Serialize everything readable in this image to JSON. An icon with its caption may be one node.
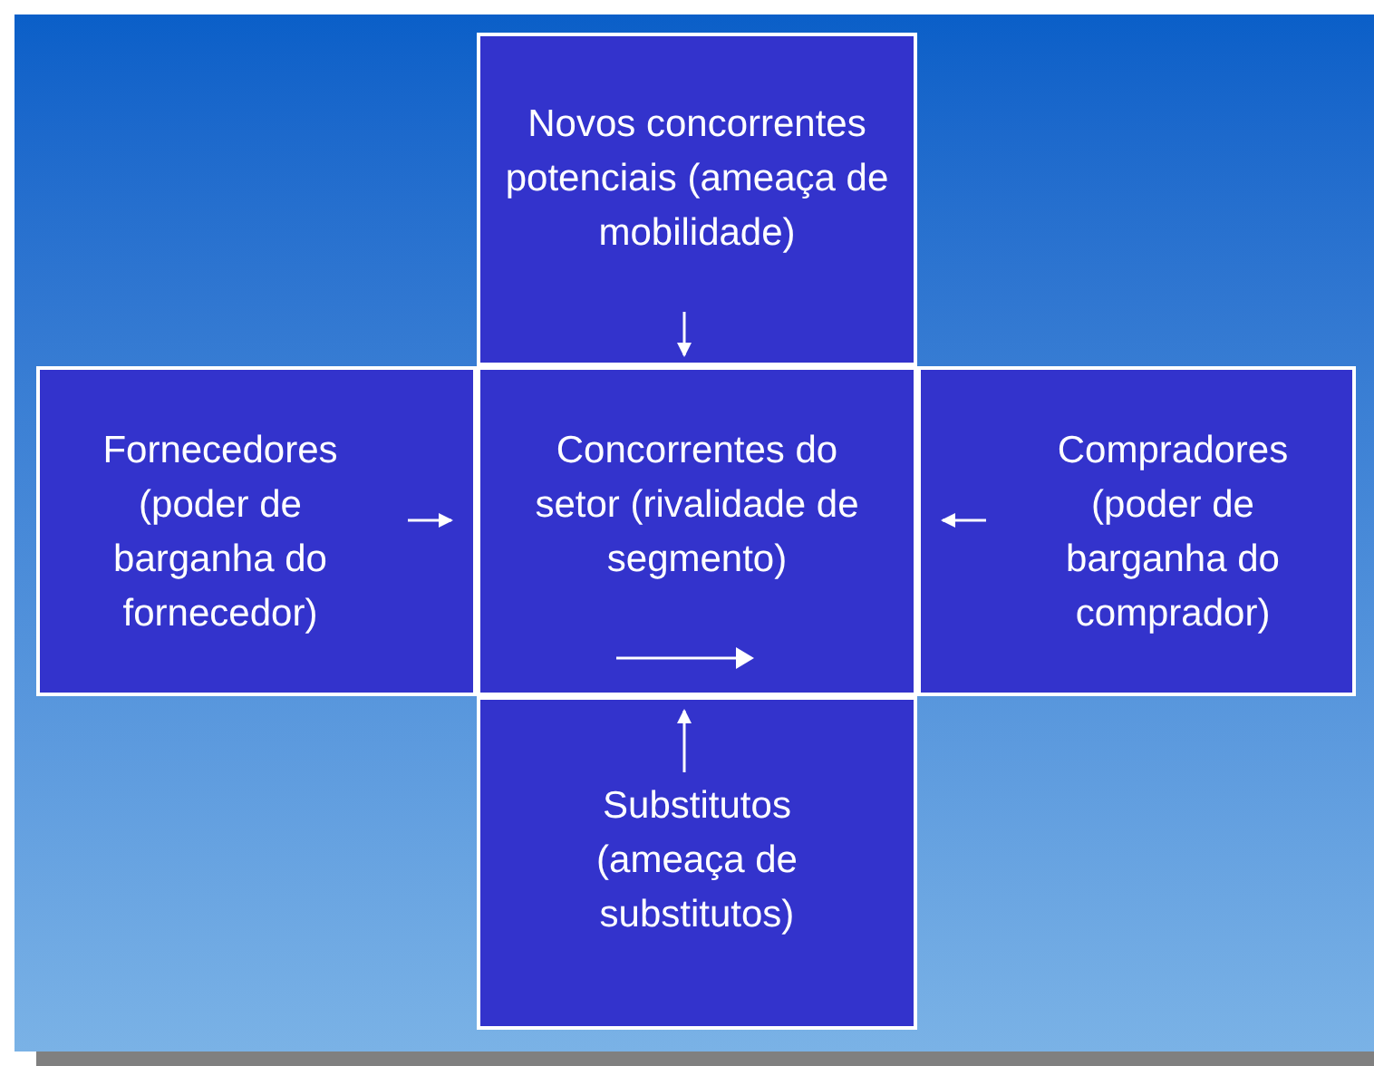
{
  "diagram": {
    "nodes": [
      {
        "text": [
          "Novos concorrentes potenciais (ameaça de mobilidade)"
        ]
      },
      {
        "text": [
          "Fornecedores (poder de barganha do fornecedor)"
        ]
      },
      {
        "text": [
          "Concorrentes do setor (rivalidade de segmento)"
        ]
      },
      {
        "text": [
          "Compradores (poder de barganha do comprador)"
        ]
      },
      {
        "text": [
          "Substitutos (ameaça de substitutos)"
        ]
      }
    ],
    "edges": [
      {
        "from": 0,
        "to": 2,
        "arrow": "to"
      },
      {
        "from": 1,
        "to": 2,
        "arrow": "to"
      },
      {
        "from": 3,
        "to": 2,
        "arrow": "to"
      },
      {
        "from": 4,
        "to": 2,
        "arrow": "to"
      }
    ]
  }
}
